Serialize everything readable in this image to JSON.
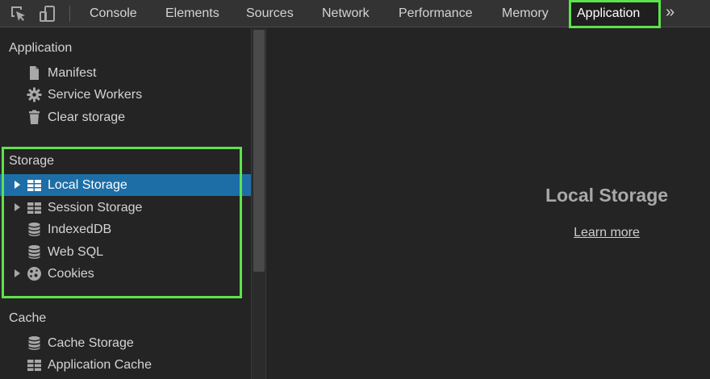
{
  "toolbar": {
    "tabs": [
      "Console",
      "Elements",
      "Sources",
      "Network",
      "Performance",
      "Memory",
      "Application"
    ],
    "active_tab": "Application",
    "more_tabs_icon": "»"
  },
  "sidebar": {
    "sections": [
      {
        "title": "Application",
        "items": [
          {
            "label": "Manifest",
            "icon": "file-icon"
          },
          {
            "label": "Service Workers",
            "icon": "gear-icon"
          },
          {
            "label": "Clear storage",
            "icon": "trash-icon"
          }
        ]
      },
      {
        "title": "Storage",
        "items": [
          {
            "label": "Local Storage",
            "icon": "table-icon",
            "expandable": true,
            "selected": true
          },
          {
            "label": "Session Storage",
            "icon": "table-icon",
            "expandable": true
          },
          {
            "label": "IndexedDB",
            "icon": "database-icon"
          },
          {
            "label": "Web SQL",
            "icon": "database-icon"
          },
          {
            "label": "Cookies",
            "icon": "cookie-icon",
            "expandable": true
          }
        ]
      },
      {
        "title": "Cache",
        "items": [
          {
            "label": "Cache Storage",
            "icon": "database-icon"
          },
          {
            "label": "Application Cache",
            "icon": "table-icon"
          }
        ]
      }
    ]
  },
  "main": {
    "title": "Local Storage",
    "link": "Learn more"
  },
  "colors": {
    "highlight": "#5ee24c",
    "selection": "#1d6ea7",
    "background": "#242424",
    "toolbar": "#333333"
  }
}
